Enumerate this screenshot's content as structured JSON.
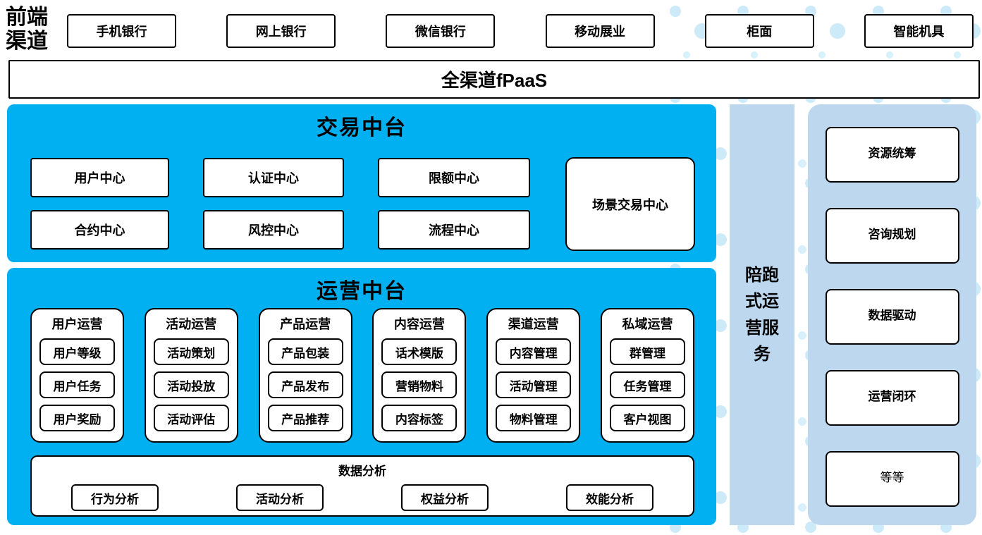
{
  "front_channels": {
    "label": "前端渠道",
    "items": [
      "手机银行",
      "网上银行",
      "微信银行",
      "移动展业",
      "柜面",
      "智能机具"
    ]
  },
  "fpaas": {
    "label": "全渠道fPaaS"
  },
  "trade_platform": {
    "title": "交易中台",
    "centers": [
      "用户中心",
      "认证中心",
      "限额中心",
      "合约中心",
      "风控中心",
      "流程中心"
    ],
    "scene_center": "场景交易中心"
  },
  "operation_platform": {
    "title": "运营中台",
    "groups": [
      {
        "title": "用户运营",
        "items": [
          "用户等级",
          "用户任务",
          "用户奖励"
        ]
      },
      {
        "title": "活动运营",
        "items": [
          "活动策划",
          "活动投放",
          "活动评估"
        ]
      },
      {
        "title": "产品运营",
        "items": [
          "产品包装",
          "产品发布",
          "产品推荐"
        ]
      },
      {
        "title": "内容运营",
        "items": [
          "话术模版",
          "营销物料",
          "内容标签"
        ]
      },
      {
        "title": "渠道运营",
        "items": [
          "内容管理",
          "活动管理",
          "物料管理"
        ]
      },
      {
        "title": "私域运营",
        "items": [
          "群管理",
          "任务管理",
          "客户视图"
        ]
      }
    ],
    "data_analysis": {
      "title": "数据分析",
      "items": [
        "行为分析",
        "活动分析",
        "权益分析",
        "效能分析"
      ]
    }
  },
  "side_service": {
    "label": "陪跑式运营服务"
  },
  "service_panel": {
    "items": [
      "资源统筹",
      "咨询规划",
      "数据驱动",
      "运营闭环",
      "等等"
    ]
  },
  "colors": {
    "primary_blue": "#00b0f0",
    "light_blue": "#bdd7ee",
    "dot_blue": "#cdeaf9"
  }
}
